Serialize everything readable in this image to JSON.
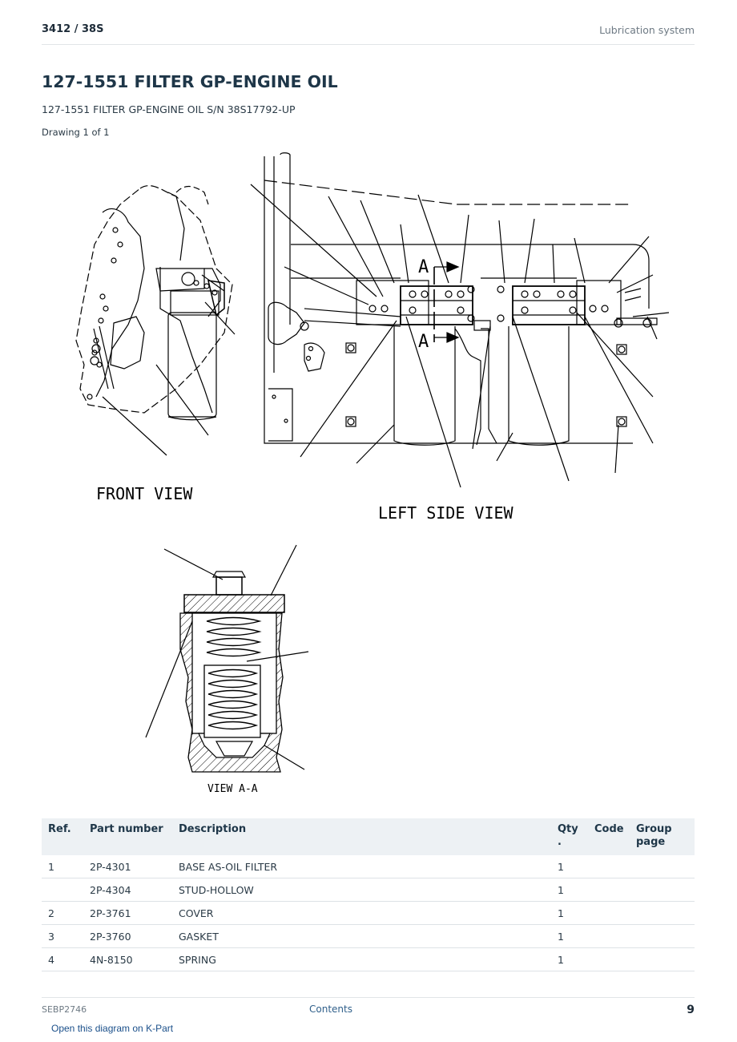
{
  "header": {
    "model": "3412  /  38S",
    "section": "Lubrication system"
  },
  "title": "127-1551 FILTER GP-ENGINE OIL",
  "subtitle": "127-1551 FILTER GP-ENGINE OIL S/N 38S17792-UP",
  "drawing_label": "Drawing 1 of 1",
  "drawing": {
    "front_view": "FRONT VIEW",
    "left_side_view": "LEFT SIDE VIEW",
    "view_aa": "VIEW A-A",
    "section_mark": "A"
  },
  "table": {
    "headers": {
      "ref": "Ref.",
      "part_number": "Part number",
      "description": "Description",
      "qty": "Qty\n.",
      "code": "Code",
      "group_page": "Group page"
    },
    "rows": [
      {
        "ref": "1",
        "part": "2P-4301",
        "desc": "BASE AS-OIL FILTER",
        "qty": "1",
        "code": "",
        "group": ""
      },
      {
        "ref": "",
        "part": "2P-4304",
        "desc": "STUD-HOLLOW",
        "qty": "1",
        "code": "",
        "group": ""
      },
      {
        "ref": "2",
        "part": "2P-3761",
        "desc": "COVER",
        "qty": "1",
        "code": "",
        "group": ""
      },
      {
        "ref": "3",
        "part": "2P-3760",
        "desc": "GASKET",
        "qty": "1",
        "code": "",
        "group": ""
      },
      {
        "ref": "4",
        "part": "4N-8150",
        "desc": "SPRING",
        "qty": "1",
        "code": "",
        "group": ""
      }
    ]
  },
  "footer": {
    "doc_id": "SEBP2746",
    "contents_link": "Contents",
    "page_number": "9",
    "kpart_link": "Open this diagram on K-Part"
  }
}
